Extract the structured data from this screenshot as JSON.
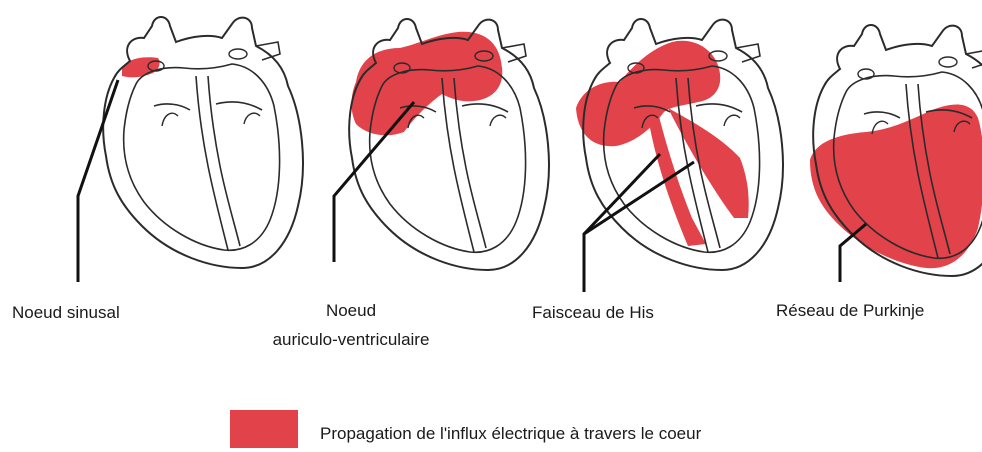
{
  "colors": {
    "excitation": "#e2424a",
    "outline": "#2b2b2b",
    "leader": "#111111"
  },
  "stages": [
    {
      "id": "sinus",
      "label": "Noeud sinusal",
      "label_lines": [
        "Noeud sinusal"
      ]
    },
    {
      "id": "av",
      "label": "Noeud auriculo-ventriculaire",
      "label_lines": [
        "Noeud",
        "auriculo-ventriculaire"
      ]
    },
    {
      "id": "his",
      "label": "Faisceau de His",
      "label_lines": [
        "Faisceau de His"
      ]
    },
    {
      "id": "purkinje",
      "label": "Réseau de Purkinje",
      "label_lines": [
        "Réseau de Purkinje"
      ]
    }
  ],
  "legend": {
    "text": "Propagation de l'influx électrique à travers le coeur",
    "swatch_color": "#e2424a"
  }
}
